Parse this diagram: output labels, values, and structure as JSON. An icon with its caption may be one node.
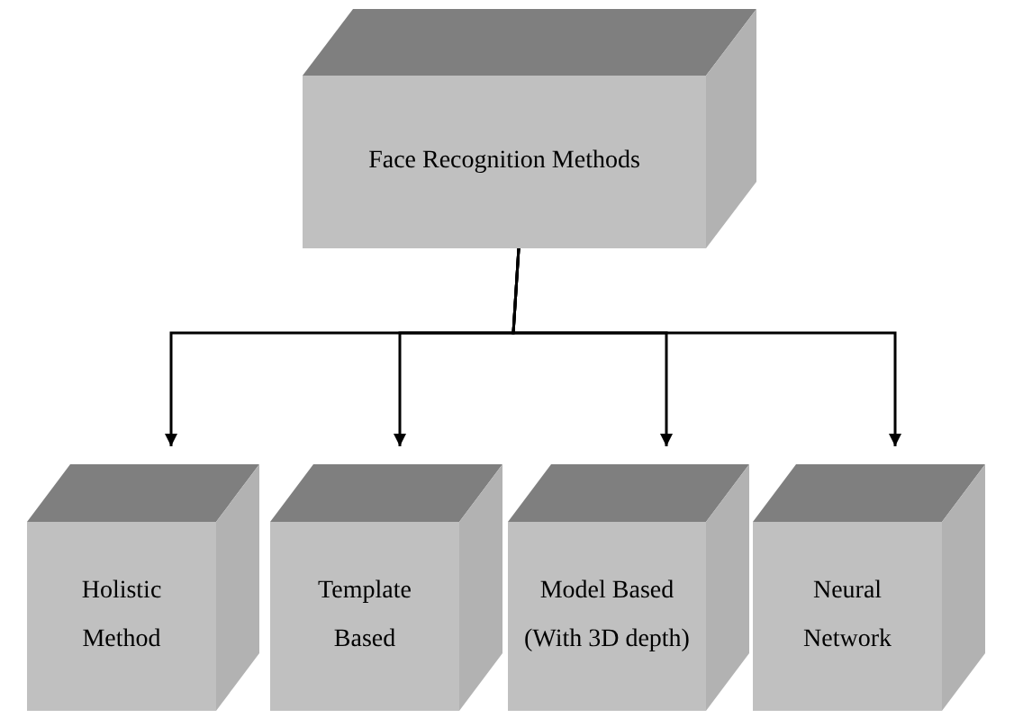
{
  "diagram": {
    "nodes": [
      {
        "text": [
          "Face Recognition  Methods"
        ]
      },
      {
        "text": [
          "Holistic Method"
        ]
      },
      {
        "text": [
          "Template Based"
        ]
      },
      {
        "text": [
          "Model Based (With 3D depth)"
        ]
      },
      {
        "text": [
          "Neural Network"
        ]
      }
    ],
    "edges": [
      {
        "from": 0,
        "to": 1,
        "arrow": "to"
      },
      {
        "from": 0,
        "to": 2,
        "arrow": "to"
      },
      {
        "from": 0,
        "to": 3,
        "arrow": "to"
      },
      {
        "from": 0,
        "to": 4,
        "arrow": "to"
      }
    ]
  }
}
